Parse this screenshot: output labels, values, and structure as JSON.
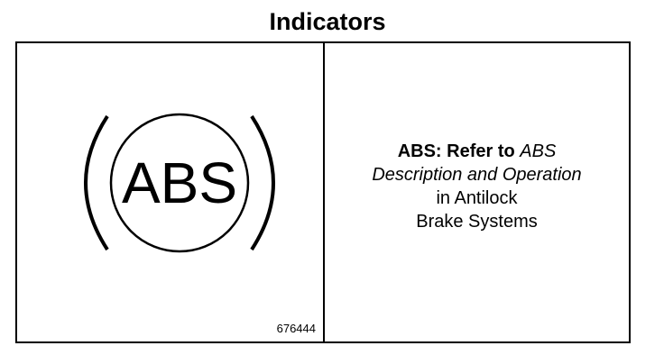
{
  "title": "Indicators",
  "icon": {
    "name": "abs-warning-icon",
    "text": "ABS"
  },
  "figure_id": "676444",
  "description": {
    "bold": "ABS: Refer to",
    "italic_inline": "ABS",
    "italic_line": "Description and Operation",
    "line3": "in Antilock",
    "line4": "Brake Systems"
  }
}
